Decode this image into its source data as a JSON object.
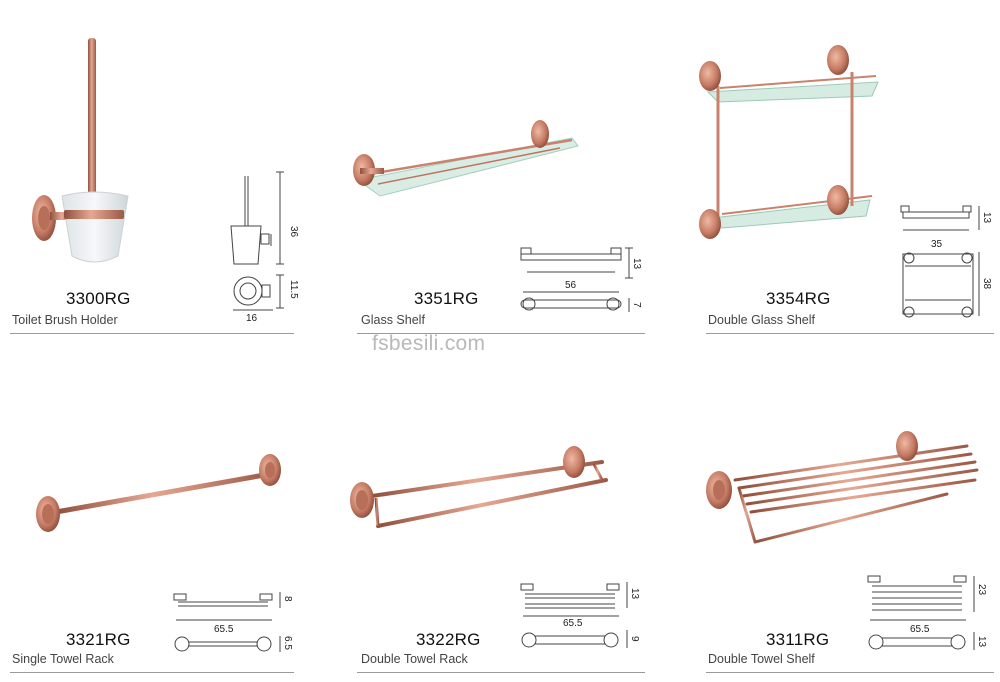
{
  "watermark": "fsbesili.com",
  "colors": {
    "rose_gold": "#c9826c",
    "rose_gold_dark": "#8f4f3c",
    "glass": "#cfe8dc",
    "frosted": "#eef2f4"
  },
  "products": [
    {
      "code": "3300RG",
      "name": "Toilet Brush Holder",
      "dims": [
        "36",
        "11.5",
        "16"
      ]
    },
    {
      "code": "3351RG",
      "name": "Glass Shelf",
      "dims": [
        "13",
        "56",
        "7"
      ]
    },
    {
      "code": "3354RG",
      "name": "Double Glass Shelf",
      "dims": [
        "13",
        "35",
        "38"
      ]
    },
    {
      "code": "3321RG",
      "name": "Single Towel Rack",
      "dims": [
        "8",
        "65.5",
        "6.5"
      ]
    },
    {
      "code": "3322RG",
      "name": "Double Towel Rack",
      "dims": [
        "13",
        "65.5",
        "9"
      ]
    },
    {
      "code": "3311RG",
      "name": "Double Towel Shelf",
      "dims": [
        "23",
        "65.5",
        "13"
      ]
    }
  ]
}
